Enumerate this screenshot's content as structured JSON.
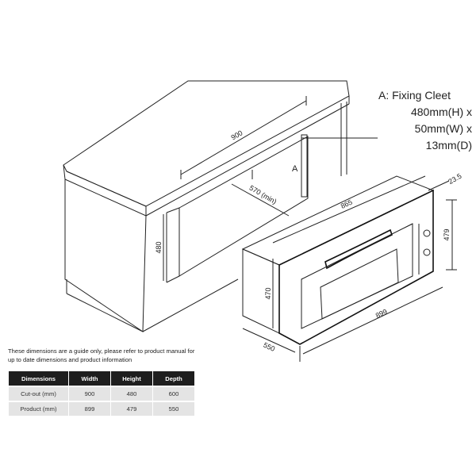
{
  "cleat_note": {
    "title": "A: Fixing Cleet",
    "line1": "480mm(H) x",
    "line2": "50mm(W) x",
    "line3": "13mm(D)"
  },
  "cabinet_dimensions": {
    "width": "900",
    "height": "480",
    "min_depth": "570 (min)",
    "cleat_marker": "A"
  },
  "oven_dimensions": {
    "inner_width": "865",
    "depth_top": "23.5",
    "fascia_height": "479",
    "body_height": "470",
    "width": "899",
    "depth": "550"
  },
  "disclaimer": "These dimensions are a guide only, please refer to product manual for up to date dimensions and product information",
  "table": {
    "headers": [
      "Dimensions",
      "Width",
      "Height",
      "Depth"
    ],
    "rows": [
      [
        "Cut-out (mm)",
        "900",
        "480",
        "600"
      ],
      [
        "Product (mm)",
        "899",
        "479",
        "550"
      ]
    ]
  }
}
